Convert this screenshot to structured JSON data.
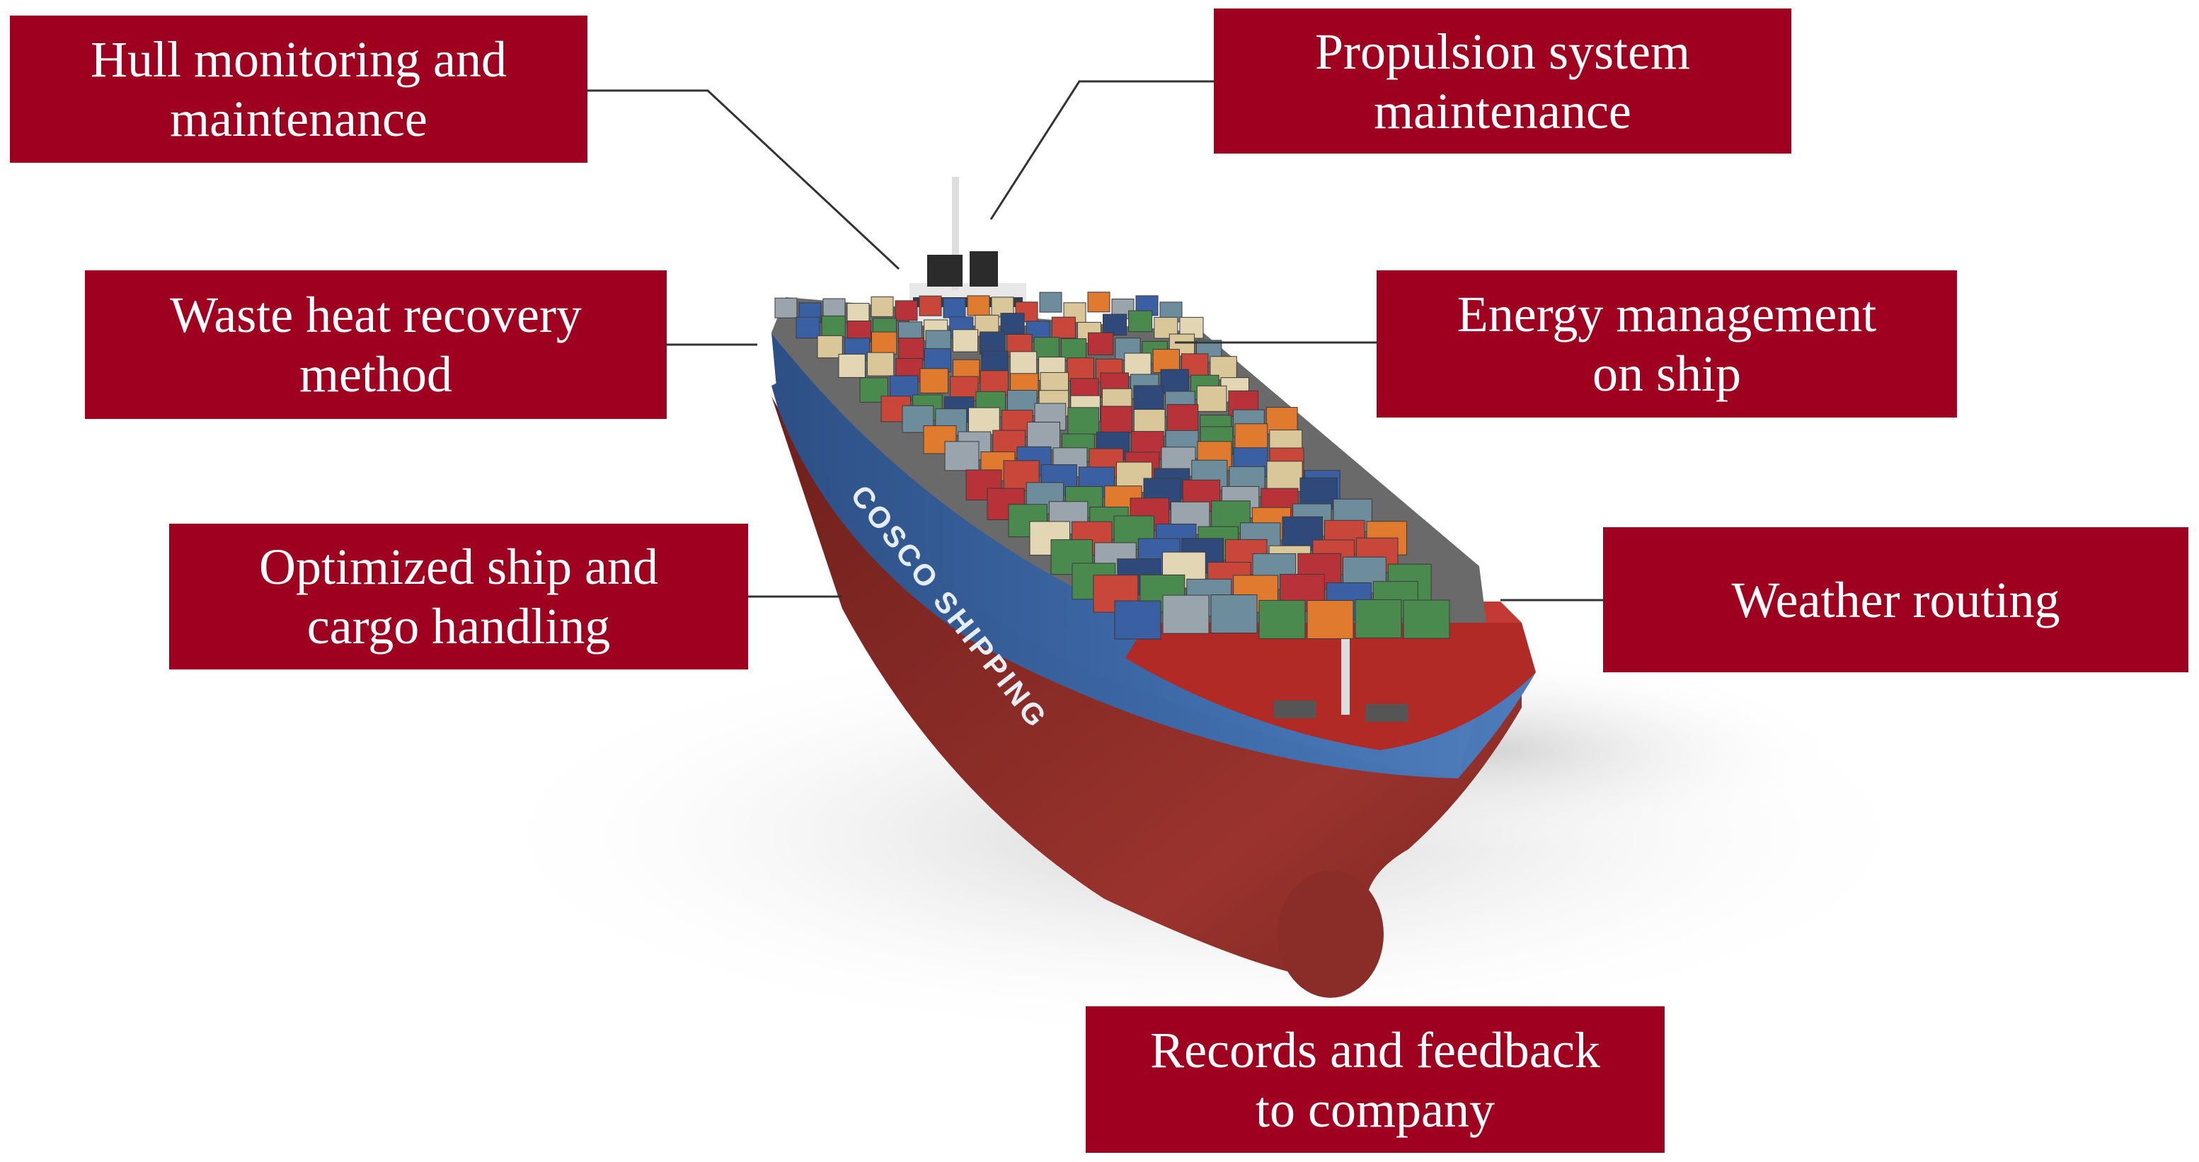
{
  "labels": {
    "hull": {
      "line1": "Hull monitoring and",
      "line2": "maintenance"
    },
    "propulsion": {
      "line1": "Propulsion system",
      "line2": "maintenance"
    },
    "waste_heat": {
      "line1": "Waste heat recovery",
      "line2": "method"
    },
    "energy": {
      "line1": "Energy management",
      "line2": "on ship"
    },
    "cargo": {
      "line1": "Optimized ship and",
      "line2": "cargo handling"
    },
    "weather": {
      "line1": "Weather routing"
    },
    "records": {
      "line1": "Records and feedback",
      "line2": "to company"
    }
  },
  "ship": {
    "hull_text": "COSCO SHIPPING"
  },
  "colors": {
    "label_bg": "#a00020",
    "label_text": "#ffffff",
    "hull_blue": "#3d6aa8",
    "hull_red": "#8e2a26",
    "deck_red": "#b22a25",
    "leader_line": "#333333"
  }
}
